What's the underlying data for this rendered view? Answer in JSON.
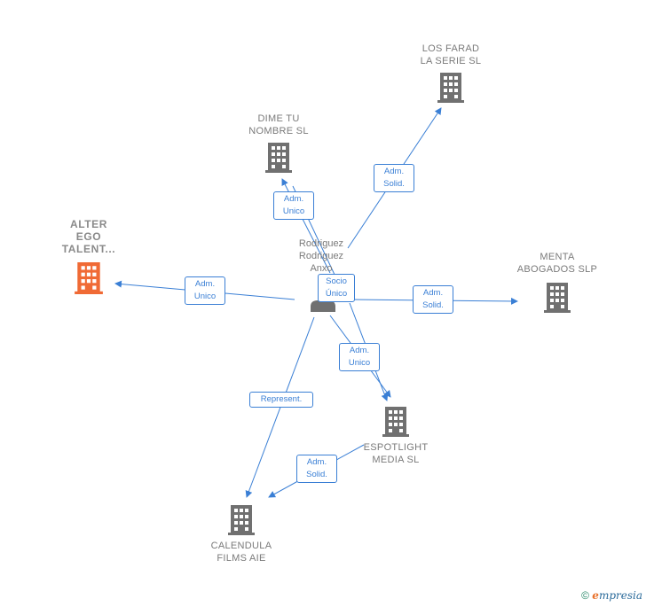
{
  "colors": {
    "edge": "#3a7fd5",
    "building": "#707070",
    "main_building": "#f06a35",
    "person": "#707070"
  },
  "person": {
    "label": "Rodriguez\nRodriguez\nAnxo",
    "icon": "person-icon"
  },
  "nodes": [
    {
      "id": "los-farad",
      "label": "LOS FARAD\nLA SERIE  SL",
      "icon": "building-icon"
    },
    {
      "id": "dime-tu-nombre",
      "label": "DIME TU\nNOMBRE  SL",
      "icon": "building-icon"
    },
    {
      "id": "alter-ego",
      "label": "ALTER\nEGO\nTALENT...",
      "icon": "building-icon",
      "main": true
    },
    {
      "id": "menta-abogados",
      "label": "MENTA\nABOGADOS SLP",
      "icon": "building-icon"
    },
    {
      "id": "espotlight-media",
      "label": "ESPOTLIGHT\nMEDIA  SL",
      "icon": "building-icon"
    },
    {
      "id": "calendula-films",
      "label": "CALENDULA\nFILMS  AIE",
      "icon": "building-icon"
    }
  ],
  "edge_labels": [
    {
      "id": "adm-solid-los-farad",
      "text": "Adm.\nSolid."
    },
    {
      "id": "adm-unico-dime",
      "text": "Adm.\nUnico"
    },
    {
      "id": "socio-unico",
      "text": "Socio\nÚnico"
    },
    {
      "id": "adm-unico-alter",
      "text": "Adm.\nUnico"
    },
    {
      "id": "adm-solid-menta",
      "text": "Adm.\nSolid."
    },
    {
      "id": "adm-unico-espotlight",
      "text": "Adm.\nUnico"
    },
    {
      "id": "represent",
      "text": "Represent."
    },
    {
      "id": "adm-solid-calendula",
      "text": "Adm.\nSolid."
    }
  ],
  "footer": {
    "copyright_symbol": "©",
    "brand_initial": "e",
    "brand_rest": "mpresia"
  }
}
